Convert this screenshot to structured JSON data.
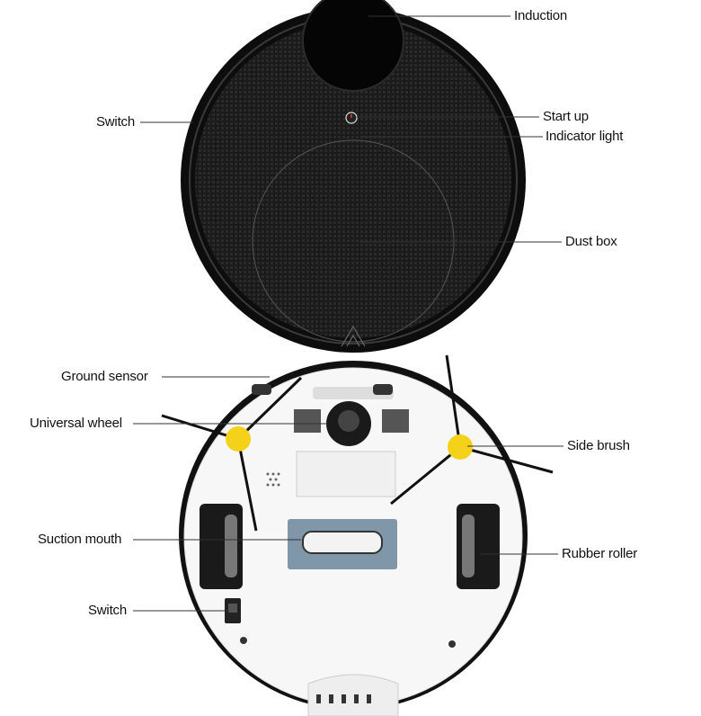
{
  "labels": {
    "induction": "Induction",
    "switch_top": "Switch",
    "start_up": "Start up",
    "indicator_light": "Indicator light",
    "dust_box": "Dust box",
    "ground_sensor": "Ground sensor",
    "universal_wheel": "Universal wheel",
    "side_brush": "Side brush",
    "suction_mouth": "Suction mouth",
    "rubber_roller": "Rubber roller",
    "switch_bottom": "Switch"
  },
  "colors": {
    "body_top": "#141414",
    "body_bottom": "#f7f7f7",
    "brush_hub": "#f5d21a",
    "suction_frame": "#7f97a8"
  }
}
